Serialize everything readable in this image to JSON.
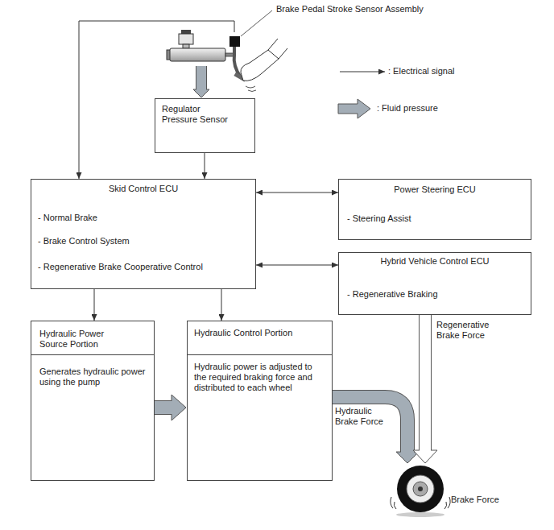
{
  "diagram": {
    "nodes": [
      {
        "text": [
          "Brake Pedal Stroke Sensor Assembly"
        ]
      },
      {
        "text": [
          "Regulator Pressure Sensor"
        ]
      },
      {
        "text": [
          "Skid Control ECU",
          "- Normal Brake",
          "- Brake Control System",
          "- Regenerative Brake Cooperative Control"
        ]
      },
      {
        "text": [
          "Power Steering ECU",
          "- Steering Assist"
        ]
      },
      {
        "text": [
          "Hybrid Vehicle Control ECU",
          "- Regenerative Braking"
        ]
      },
      {
        "text": [
          "Hydraulic Power Source Portion",
          "Generates hydraulic power using the pump"
        ]
      },
      {
        "text": [
          "Hydraulic Control Portion",
          "Hydraulic power is adjusted to the required braking force and distributed to each wheel"
        ]
      },
      {
        "text": [
          "Brake Force"
        ]
      }
    ],
    "edges": [
      {
        "from": 0,
        "to": 2,
        "arrow": "to"
      },
      {
        "from": 0,
        "to": 1,
        "arrow": "to"
      },
      {
        "from": 1,
        "to": 2,
        "arrow": "to"
      },
      {
        "from": 2,
        "to": 3,
        "arrow": "both"
      },
      {
        "from": 2,
        "to": 4,
        "arrow": "both"
      },
      {
        "from": 2,
        "to": 5,
        "arrow": "to"
      },
      {
        "from": 2,
        "to": 6,
        "arrow": "to"
      },
      {
        "from": 5,
        "to": 6,
        "arrow": "to"
      },
      {
        "from": 6,
        "to": 7,
        "label": "Hydraulic Brake Force",
        "arrow": "to"
      },
      {
        "from": 4,
        "to": 7,
        "label": "Regenerative Brake Force",
        "arrow": "to"
      }
    ],
    "legend": [
      {
        "text": ": Electrical signal"
      },
      {
        "text": ": Fluid pressure"
      }
    ]
  }
}
